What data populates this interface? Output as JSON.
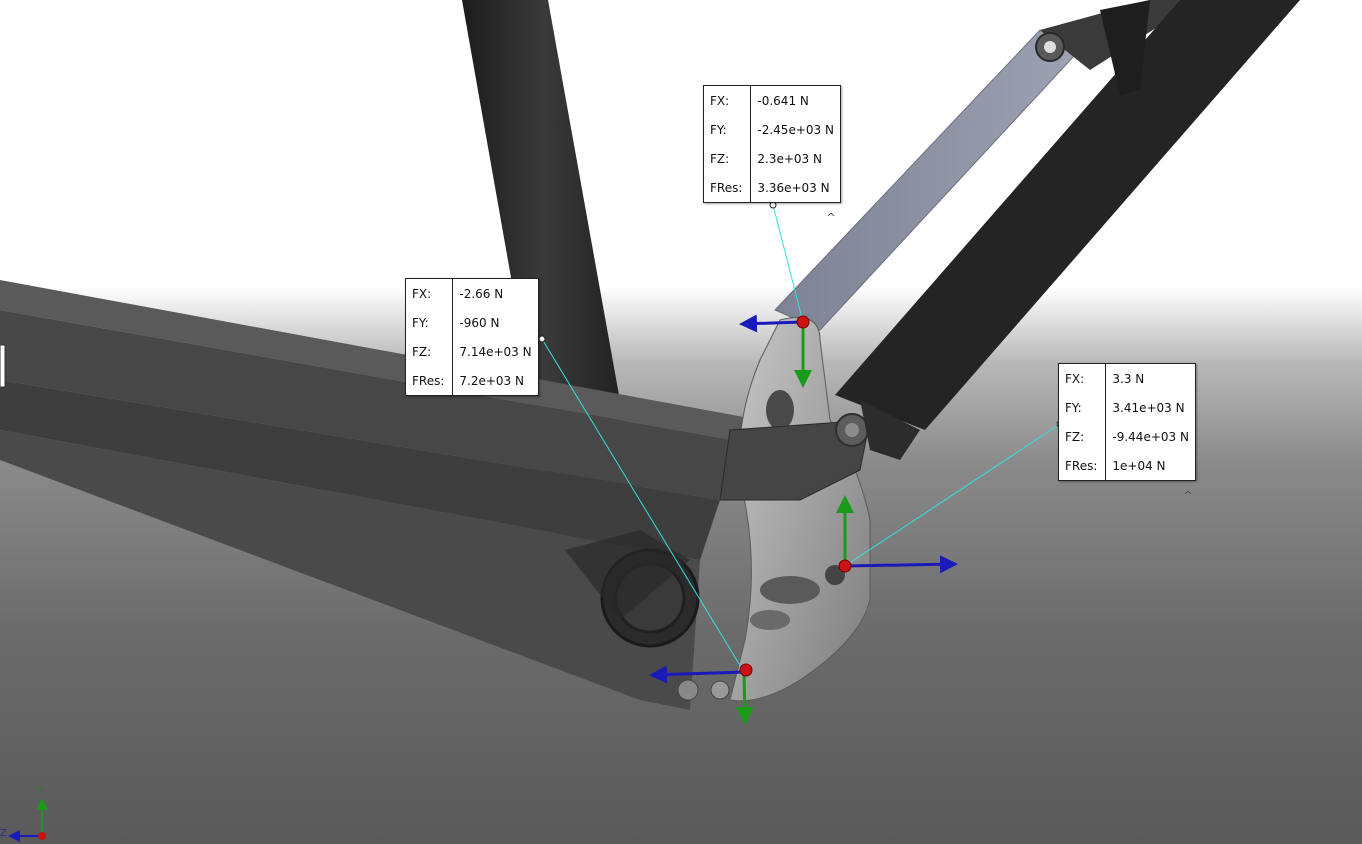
{
  "callouts": [
    {
      "id": "top",
      "rows": [
        {
          "key": "FX:",
          "value": "-0.641 N"
        },
        {
          "key": "FY:",
          "value": "-2.45e+03 N"
        },
        {
          "key": "FZ:",
          "value": "2.3e+03 N"
        },
        {
          "key": "FRes:",
          "value": "3.36e+03 N"
        }
      ]
    },
    {
      "id": "left",
      "rows": [
        {
          "key": "FX:",
          "value": "-2.66 N"
        },
        {
          "key": "FY:",
          "value": "-960 N"
        },
        {
          "key": "FZ:",
          "value": "7.14e+03 N"
        },
        {
          "key": "FRes:",
          "value": "7.2e+03 N"
        }
      ]
    },
    {
      "id": "right",
      "rows": [
        {
          "key": "FX:",
          "value": "3.3 N"
        },
        {
          "key": "FY:",
          "value": "3.41e+03 N"
        },
        {
          "key": "FZ:",
          "value": "-9.44e+03 N"
        },
        {
          "key": "FRes:",
          "value": "1e+04 N"
        }
      ]
    }
  ],
  "triad": {
    "y_label": "Y",
    "z_label": "Z"
  },
  "colors": {
    "leader_line": "#33e0e0",
    "x_arrow": "#1a1ab8",
    "y_arrow": "#1a9a1a",
    "point_marker": "#c81414",
    "tube_dark": "#2b2b2b",
    "stay_gray": "#4e4e4e",
    "link_plate": "#9a9a9a",
    "shock_link": "#8a8fa0"
  },
  "icons": {
    "caret": "chevron-up-icon"
  }
}
